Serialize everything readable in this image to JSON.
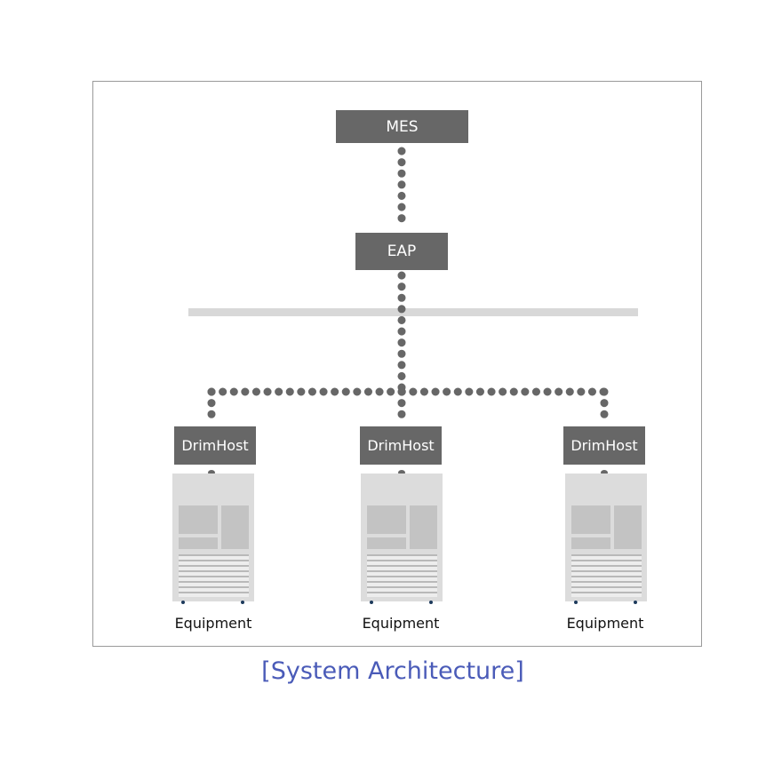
{
  "diagram": {
    "nodes": {
      "mes": "MES",
      "eap": "EAP",
      "hosts": [
        "DrimHost",
        "DrimHost",
        "DrimHost"
      ]
    },
    "equipment_labels": [
      "Equipment",
      "Equipment",
      "Equipment"
    ],
    "caption": "[System Architecture]"
  },
  "colors": {
    "node_fill": "#676767",
    "connector": "#676767",
    "bus": "#d8d8d8",
    "caption": "#4a5bb8",
    "frame_border": "#9a9a9a"
  }
}
